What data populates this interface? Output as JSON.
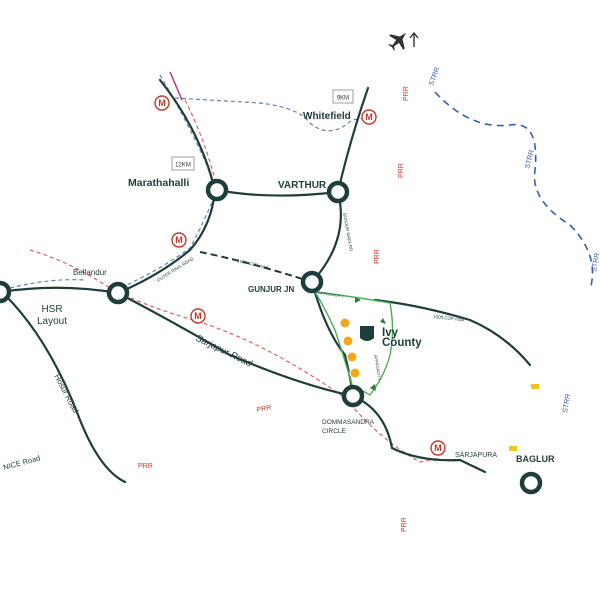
{
  "map": {
    "junctions": [
      "Marathahalli",
      "VARTHUR",
      "GUNJUR JN",
      "Bellandur",
      "DOMMASANDRA",
      "CIRCLE",
      "BAGLUR"
    ],
    "areas": [
      "Whitefield",
      "HSR",
      "Layout",
      "SARJAPURA"
    ],
    "roads": {
      "outer_ring": "OUTER RING ROAD",
      "gunjur": "GUNJUR MAIN RD",
      "cop_100ft_a": "100ft COP road",
      "cop_100ft_b": "100ft COP road",
      "approach_1": "APPROACH 1",
      "approach_2": "APPROACH 2",
      "sarjapur": "Sarjapur Road",
      "hosur": "Hosur Road",
      "nice": "NICE Road"
    },
    "project": {
      "line1": "Ivy",
      "line2": "County"
    },
    "distances": {
      "whitefield": "9KM",
      "marathahalli": "12KM"
    },
    "metro_symbol": "M",
    "prr_label": "PRR",
    "strr_label": "STRR",
    "icons": [
      "airplane-icon",
      "metro-icon",
      "landmark-icon",
      "north-arrow-icon"
    ],
    "colors": {
      "road": "#1f3d3a",
      "metro_line": "#6a7fb0",
      "rail_dashed": "#d9636b",
      "strr": "#3a5fa8",
      "project_outline": "#4caf50",
      "prr_text": "#c0392b",
      "landmark": "#f2a81d"
    }
  }
}
